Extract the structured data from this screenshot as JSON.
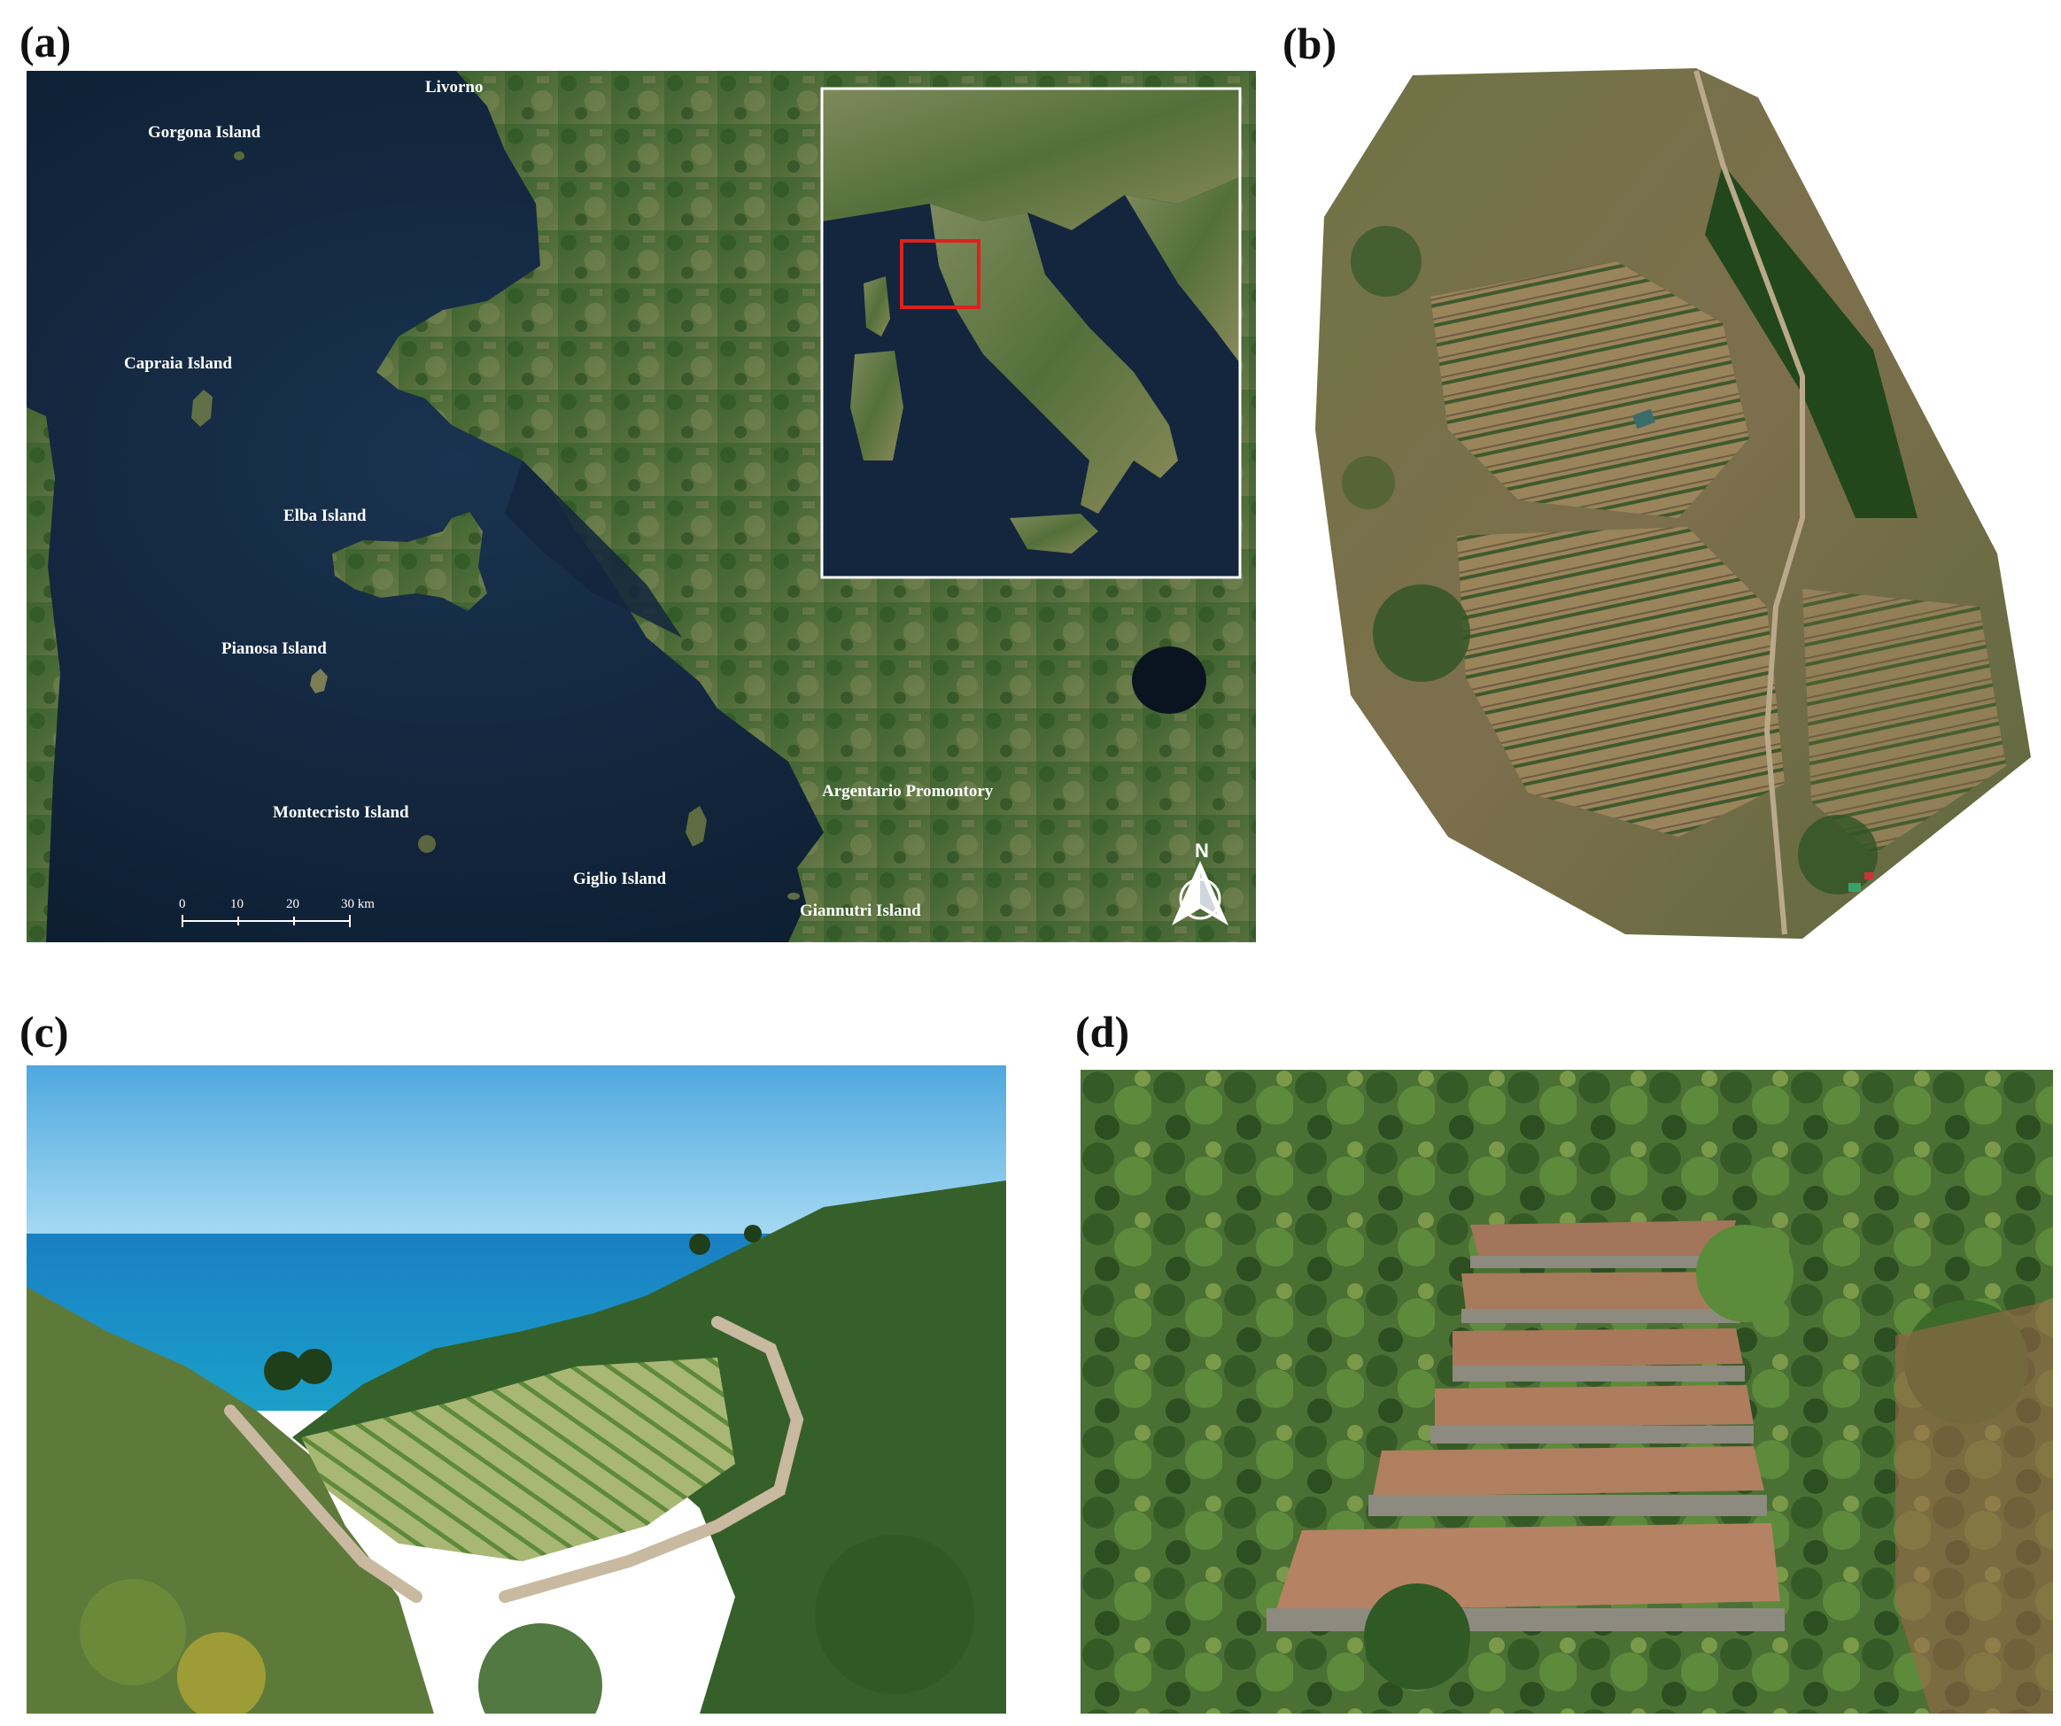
{
  "panels": {
    "a": {
      "letter": "(a)",
      "labels": {
        "livorno": "Livorno",
        "gorgona": "Gorgona Island",
        "capraia": "Capraia Island",
        "elba": "Elba Island",
        "pianosa": "Pianosa Island",
        "montecristo": "Montecristo Island",
        "argentario": "Argentario Promontory",
        "giglio": "Giglio Island",
        "giannutri": "Giannutri Island"
      },
      "scale_bar": {
        "ticks": [
          "0",
          "10",
          "20",
          "30 km"
        ]
      },
      "north_arrow": {
        "label": "N",
        "icon": "north-arrow-icon"
      },
      "inset": {
        "highlight_color": "#e0201c"
      }
    },
    "b": {
      "letter": "(b)"
    },
    "c": {
      "letter": "(c)"
    },
    "d": {
      "letter": "(d)"
    }
  },
  "colors": {
    "sea": "#0f2238",
    "land": "#3e5a2c",
    "inset_frame": "#ffffff"
  }
}
